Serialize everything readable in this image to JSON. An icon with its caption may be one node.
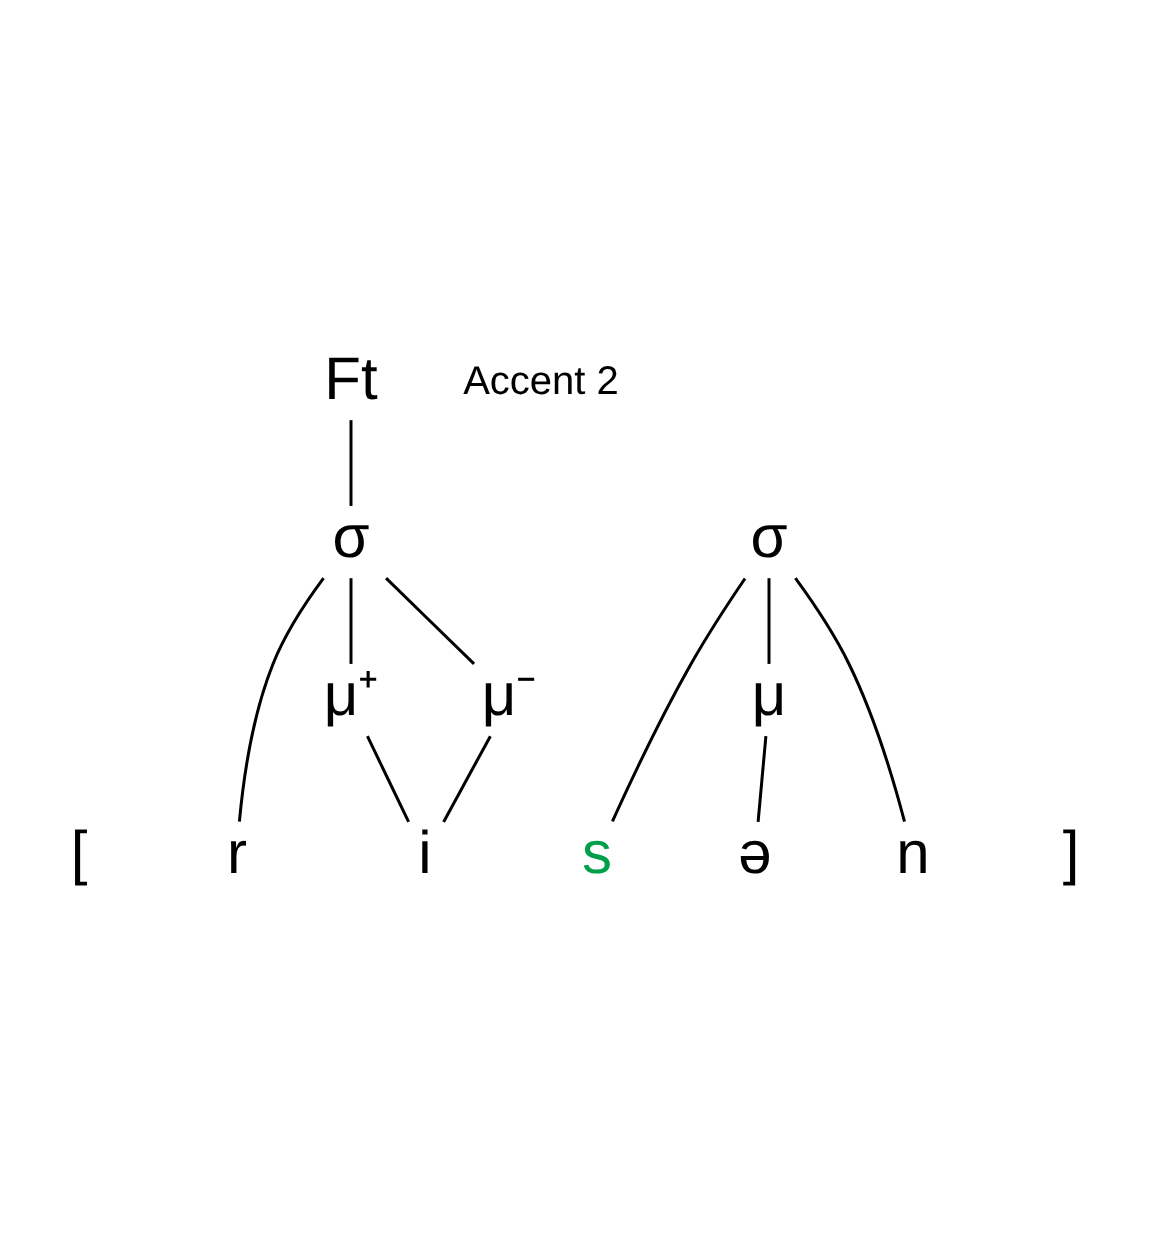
{
  "diagram": {
    "nodes": [
      {
        "text": [
          "Ft"
        ]
      },
      {
        "text": [
          "σ"
        ]
      },
      {
        "text": [
          "σ"
        ]
      },
      {
        "text": [
          "μ⁺"
        ]
      },
      {
        "text": [
          "μ⁻"
        ]
      },
      {
        "text": [
          "μ"
        ]
      },
      {
        "text": [
          "r"
        ]
      },
      {
        "text": [
          "i"
        ]
      },
      {
        "text": [
          "s"
        ]
      },
      {
        "text": [
          "ə"
        ]
      },
      {
        "text": [
          "n"
        ]
      }
    ],
    "edges": [
      {
        "from": 0,
        "to": 1,
        "arrow": "none"
      },
      {
        "from": 1,
        "to": 6,
        "arrow": "none"
      },
      {
        "from": 1,
        "to": 3,
        "arrow": "none"
      },
      {
        "from": 1,
        "to": 4,
        "arrow": "none"
      },
      {
        "from": 3,
        "to": 7,
        "arrow": "none"
      },
      {
        "from": 4,
        "to": 7,
        "arrow": "none"
      },
      {
        "from": 2,
        "to": 8,
        "arrow": "none"
      },
      {
        "from": 2,
        "to": 5,
        "arrow": "none"
      },
      {
        "from": 2,
        "to": 10,
        "arrow": "none"
      },
      {
        "from": 5,
        "to": 9,
        "arrow": "none"
      }
    ],
    "labels": [
      "Accent 2",
      "[",
      "]"
    ]
  }
}
